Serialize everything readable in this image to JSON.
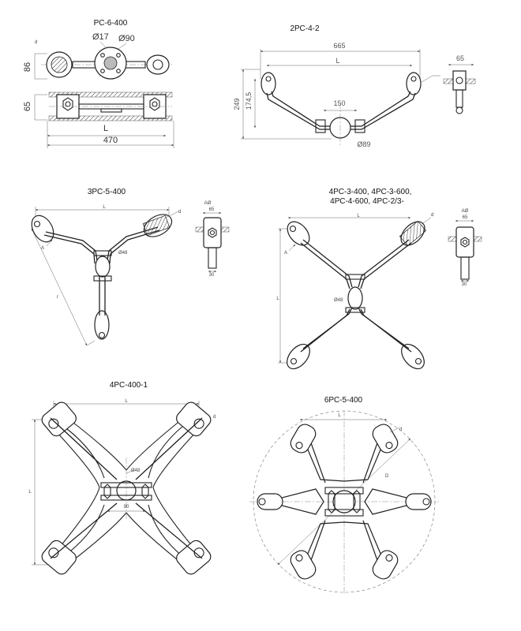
{
  "drawings": {
    "pc6": {
      "title": "РС-6-400",
      "d_label": "d",
      "hole_label": "Ø17",
      "disc_label": "Ø90",
      "height_label": "86",
      "side_height_label": "65",
      "L_label": "L",
      "length_label": "470"
    },
    "pc4": {
      "title": "2РС-4-2",
      "total_label": "665",
      "L_label": "L",
      "width_label": "65",
      "height_label": "249",
      "inner_height_label": "174,5",
      "span_label": "150",
      "ring_label": "Ø89"
    },
    "pc3": {
      "title": "3РС-5-400",
      "L_label": "L",
      "d_label": "d",
      "A_label": "A",
      "view_label": "АØ",
      "width_label": "65",
      "ring_label": "Ø48",
      "slot_label": "30",
      "r_label": "r"
    },
    "pc4x": {
      "title_line1": "4РС-3-400, 4РС-3-600,",
      "title_line2": "4РС-4-600, 4РС-2/3-",
      "L_label": "L",
      "d_label": "d",
      "A_label": "A",
      "view_label": "АØ",
      "width_label": "65",
      "ring_label": "Ø48",
      "slot_label": "30",
      "vert_label": "L"
    },
    "pc4c": {
      "title": "4РС-400-1",
      "L_label": "L",
      "d_label": "d",
      "ring_label": "Ø48",
      "span_label": "90",
      "vert_label": "L"
    },
    "pc6s": {
      "title": "6РС-5-400",
      "L_label": "L",
      "d_label": "d",
      "D_label": "D"
    }
  }
}
